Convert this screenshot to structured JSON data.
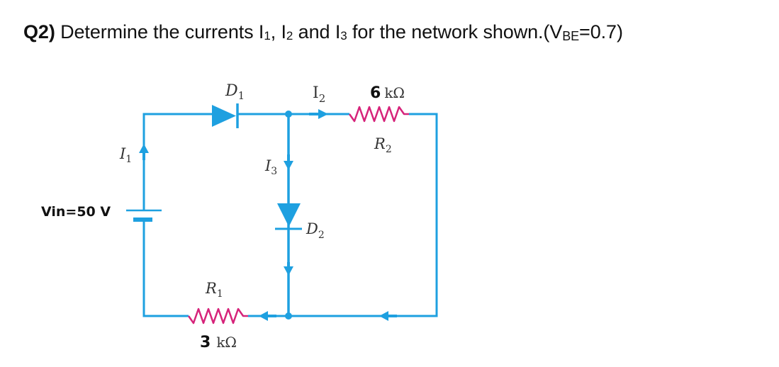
{
  "question": {
    "number": "Q2)",
    "text_before": " Determine the currents I",
    "i1_sub": "1",
    "sep1": ", I",
    "i2_sub": "2",
    "sep2": " and I",
    "i3_sub": "3",
    "text_after": " for the network shown.(V",
    "vbe_sub": "BE",
    "vbe_value": "=0.7)"
  },
  "circuit": {
    "colors": {
      "wire": "#1ea0e0",
      "resistor": "#d6237a",
      "label": "#333333"
    },
    "source": {
      "label": "Vin=50 V"
    },
    "diode1": {
      "name": "D",
      "sub": "1"
    },
    "diode2": {
      "name": "D",
      "sub": "2"
    },
    "resistor1": {
      "name": "R",
      "sub": "1",
      "value_num": "3",
      "value_unit": "kΩ"
    },
    "resistor2": {
      "name": "R",
      "sub": "2",
      "value_num": "6",
      "value_unit": "kΩ"
    },
    "currents": {
      "i1": {
        "name": "I",
        "sub": "1"
      },
      "i2": {
        "name": "I",
        "sub": "2"
      },
      "i3": {
        "name": "I",
        "sub": "3"
      }
    }
  }
}
